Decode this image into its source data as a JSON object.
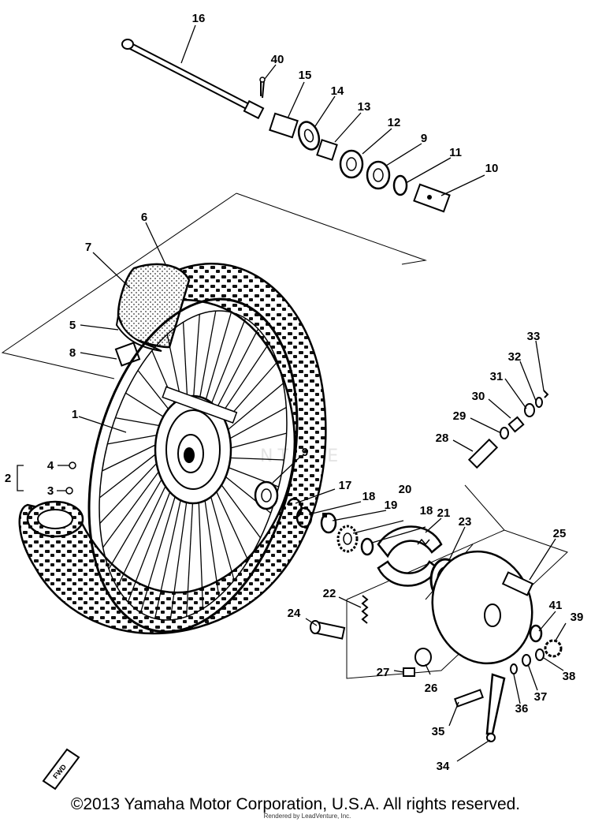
{
  "diagram": {
    "copyright": "©2013 Yamaha Motor Corporation, U.S.A. All rights reserved.",
    "renderer_note": "Rendered by LeadVenture, Inc.",
    "watermark": "NTURE",
    "fwd_badge": "FWD",
    "part_numbers": {
      "p1": "1",
      "p2": "2",
      "p3": "3",
      "p4": "4",
      "p5": "5",
      "p6": "6",
      "p7": "7",
      "p8": "8",
      "p9": "9",
      "p9b": "9",
      "p10": "10",
      "p11": "11",
      "p12": "12",
      "p13": "13",
      "p14": "14",
      "p15": "15",
      "p16": "16",
      "p17": "17",
      "p18": "18",
      "p18b": "18",
      "p19": "19",
      "p20": "20",
      "p21": "21",
      "p22": "22",
      "p23": "23",
      "p24": "24",
      "p25": "25",
      "p26": "26",
      "p27": "27",
      "p28": "28",
      "p29": "29",
      "p30": "30",
      "p31": "31",
      "p32": "32",
      "p33": "33",
      "p34": "34",
      "p35": "35",
      "p36": "36",
      "p37": "37",
      "p38": "38",
      "p39": "39",
      "p40": "40",
      "p41": "41"
    }
  }
}
